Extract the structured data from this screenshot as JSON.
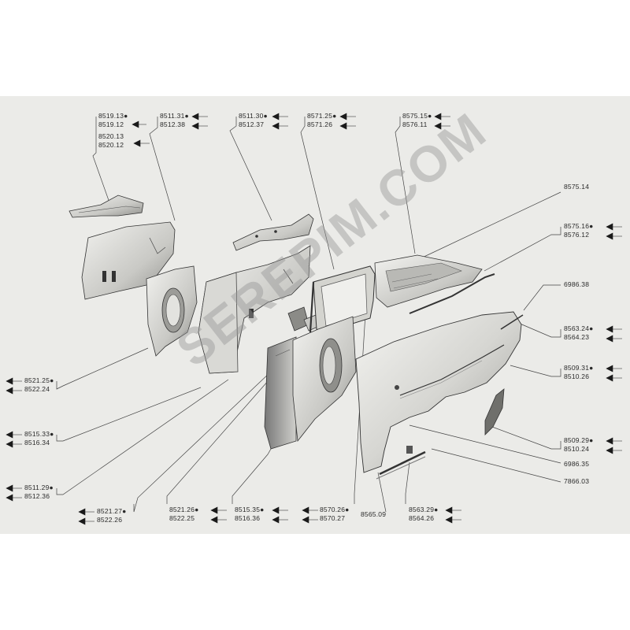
{
  "watermark": "SEREPIM.COM",
  "labels": [
    {
      "id": "g1a",
      "lines": [
        "8519.13●",
        "8519.12"
      ]
    },
    {
      "id": "g1b",
      "lines": [
        "8520.13",
        "8520.12"
      ]
    },
    {
      "id": "g2",
      "lines": [
        "8511.31●",
        "8512.38"
      ]
    },
    {
      "id": "g3",
      "lines": [
        "8511.30●",
        "8512.37"
      ]
    },
    {
      "id": "g4",
      "lines": [
        "8571.25●",
        "8571.26"
      ]
    },
    {
      "id": "g5",
      "lines": [
        "8575.15●",
        "8576.11"
      ]
    },
    {
      "id": "g6",
      "lines": [
        "8575.14"
      ]
    },
    {
      "id": "g7",
      "lines": [
        "8575.16●",
        "8576.12"
      ]
    },
    {
      "id": "g8",
      "lines": [
        "6986.38"
      ]
    },
    {
      "id": "g9",
      "lines": [
        "8563.24●",
        "8564.23"
      ]
    },
    {
      "id": "g10",
      "lines": [
        "8509.31●",
        "8510.26"
      ]
    },
    {
      "id": "g11",
      "lines": [
        "8509.29●",
        "8510.24"
      ]
    },
    {
      "id": "g12",
      "lines": [
        "6986.35"
      ]
    },
    {
      "id": "g13",
      "lines": [
        "7866.03"
      ]
    },
    {
      "id": "g14",
      "lines": [
        "8521.25●",
        "8522.24"
      ]
    },
    {
      "id": "g15",
      "lines": [
        "8515.33●",
        "8516.34"
      ]
    },
    {
      "id": "g16",
      "lines": [
        "8511.29●",
        "8512.36"
      ]
    },
    {
      "id": "g17",
      "lines": [
        "8521.27●",
        "8522.26"
      ]
    },
    {
      "id": "g18",
      "lines": [
        "8521.26●",
        "8522.25"
      ]
    },
    {
      "id": "g19",
      "lines": [
        "8515.35●",
        "8516.36"
      ]
    },
    {
      "id": "g20",
      "lines": [
        "8570.26●",
        "8570.27"
      ]
    },
    {
      "id": "g21",
      "lines": [
        "8565.09"
      ]
    },
    {
      "id": "g22",
      "lines": [
        "8563.29●",
        "8564.26"
      ]
    }
  ]
}
